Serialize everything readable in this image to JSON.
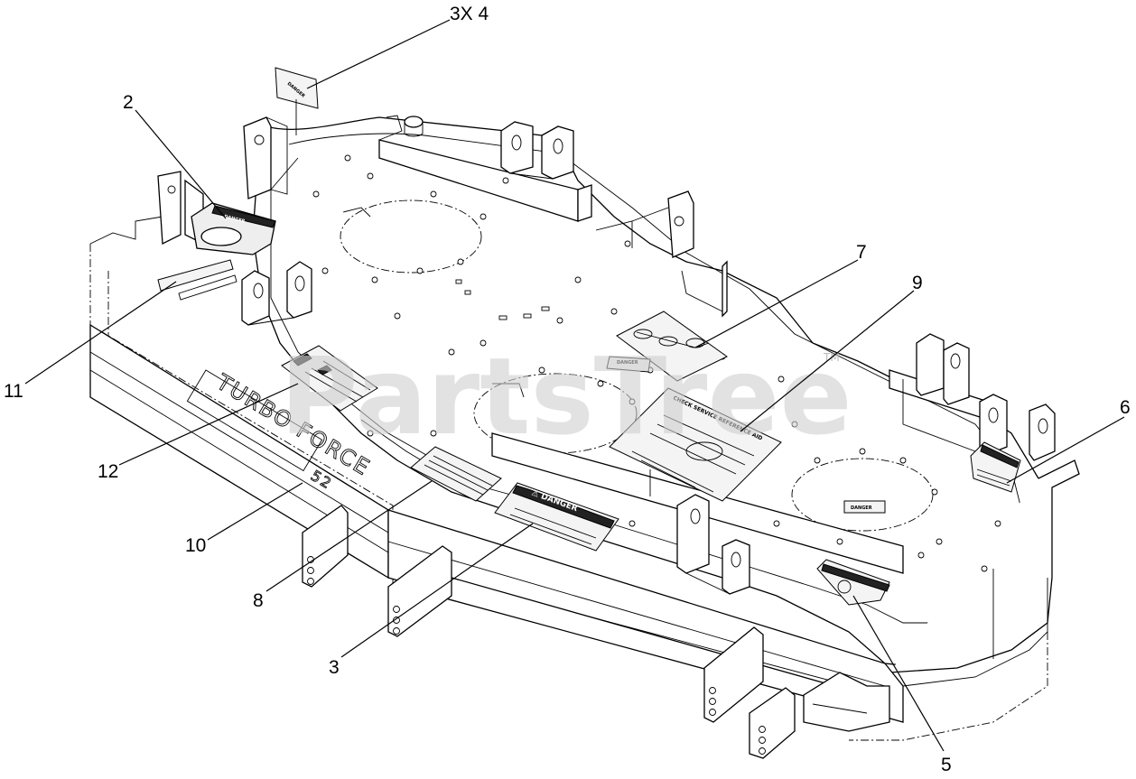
{
  "diagram": {
    "callouts": [
      {
        "id": "c-3x4",
        "label": "3X 4"
      },
      {
        "id": "c-2",
        "label": "2"
      },
      {
        "id": "c-7",
        "label": "7"
      },
      {
        "id": "c-9",
        "label": "9"
      },
      {
        "id": "c-6",
        "label": "6"
      },
      {
        "id": "c-11",
        "label": "11"
      },
      {
        "id": "c-12",
        "label": "12"
      },
      {
        "id": "c-10",
        "label": "10"
      },
      {
        "id": "c-8",
        "label": "8"
      },
      {
        "id": "c-3",
        "label": "3"
      },
      {
        "id": "c-5",
        "label": "5"
      }
    ],
    "embossed_brand": "TURBO FORCE",
    "embossed_size": "52",
    "decals": {
      "danger": "DANGER",
      "danger_alert": "⚠ DANGER",
      "service_title": "CHECK SERVICE REFERENCE AID"
    }
  },
  "watermark": {
    "text": "PartsTree",
    "tm": "TM"
  }
}
